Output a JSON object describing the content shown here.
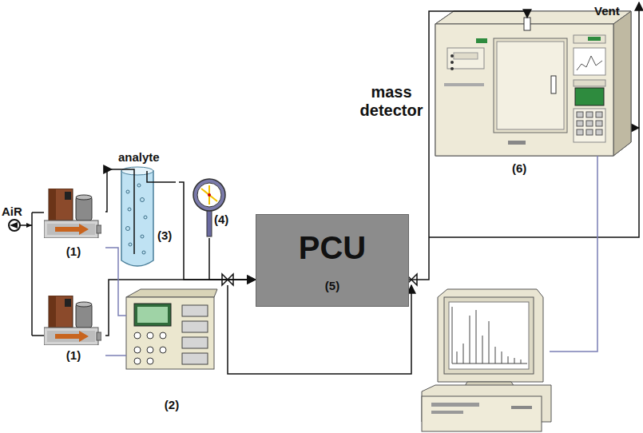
{
  "diagram": {
    "nodes": [
      {
        "text": [
          "(1)"
        ]
      },
      {
        "text": [
          "(1)"
        ]
      },
      {
        "text": [
          "analyte",
          "(3)"
        ]
      },
      {
        "text": [
          "(4)"
        ]
      },
      {
        "text": [
          "(2)"
        ]
      },
      {
        "text": [
          "PCU",
          "(5)"
        ]
      },
      {
        "text": [
          "mass detector",
          "(6)"
        ]
      }
    ],
    "edges": [
      {
        "from": 0,
        "to": 2,
        "arrow": "to"
      },
      {
        "from": 2,
        "to": 5,
        "arrow": "to"
      },
      {
        "from": 1,
        "to": 5,
        "arrow": "to"
      },
      {
        "from": 3,
        "to": 5,
        "arrow": "none"
      },
      {
        "from": 5,
        "to": 6,
        "arrow": "to"
      },
      {
        "from": 4,
        "to": 0,
        "arrow": "none"
      },
      {
        "from": 4,
        "to": 1,
        "arrow": "none"
      }
    ],
    "labels": [
      "AiR",
      "Vent"
    ]
  }
}
